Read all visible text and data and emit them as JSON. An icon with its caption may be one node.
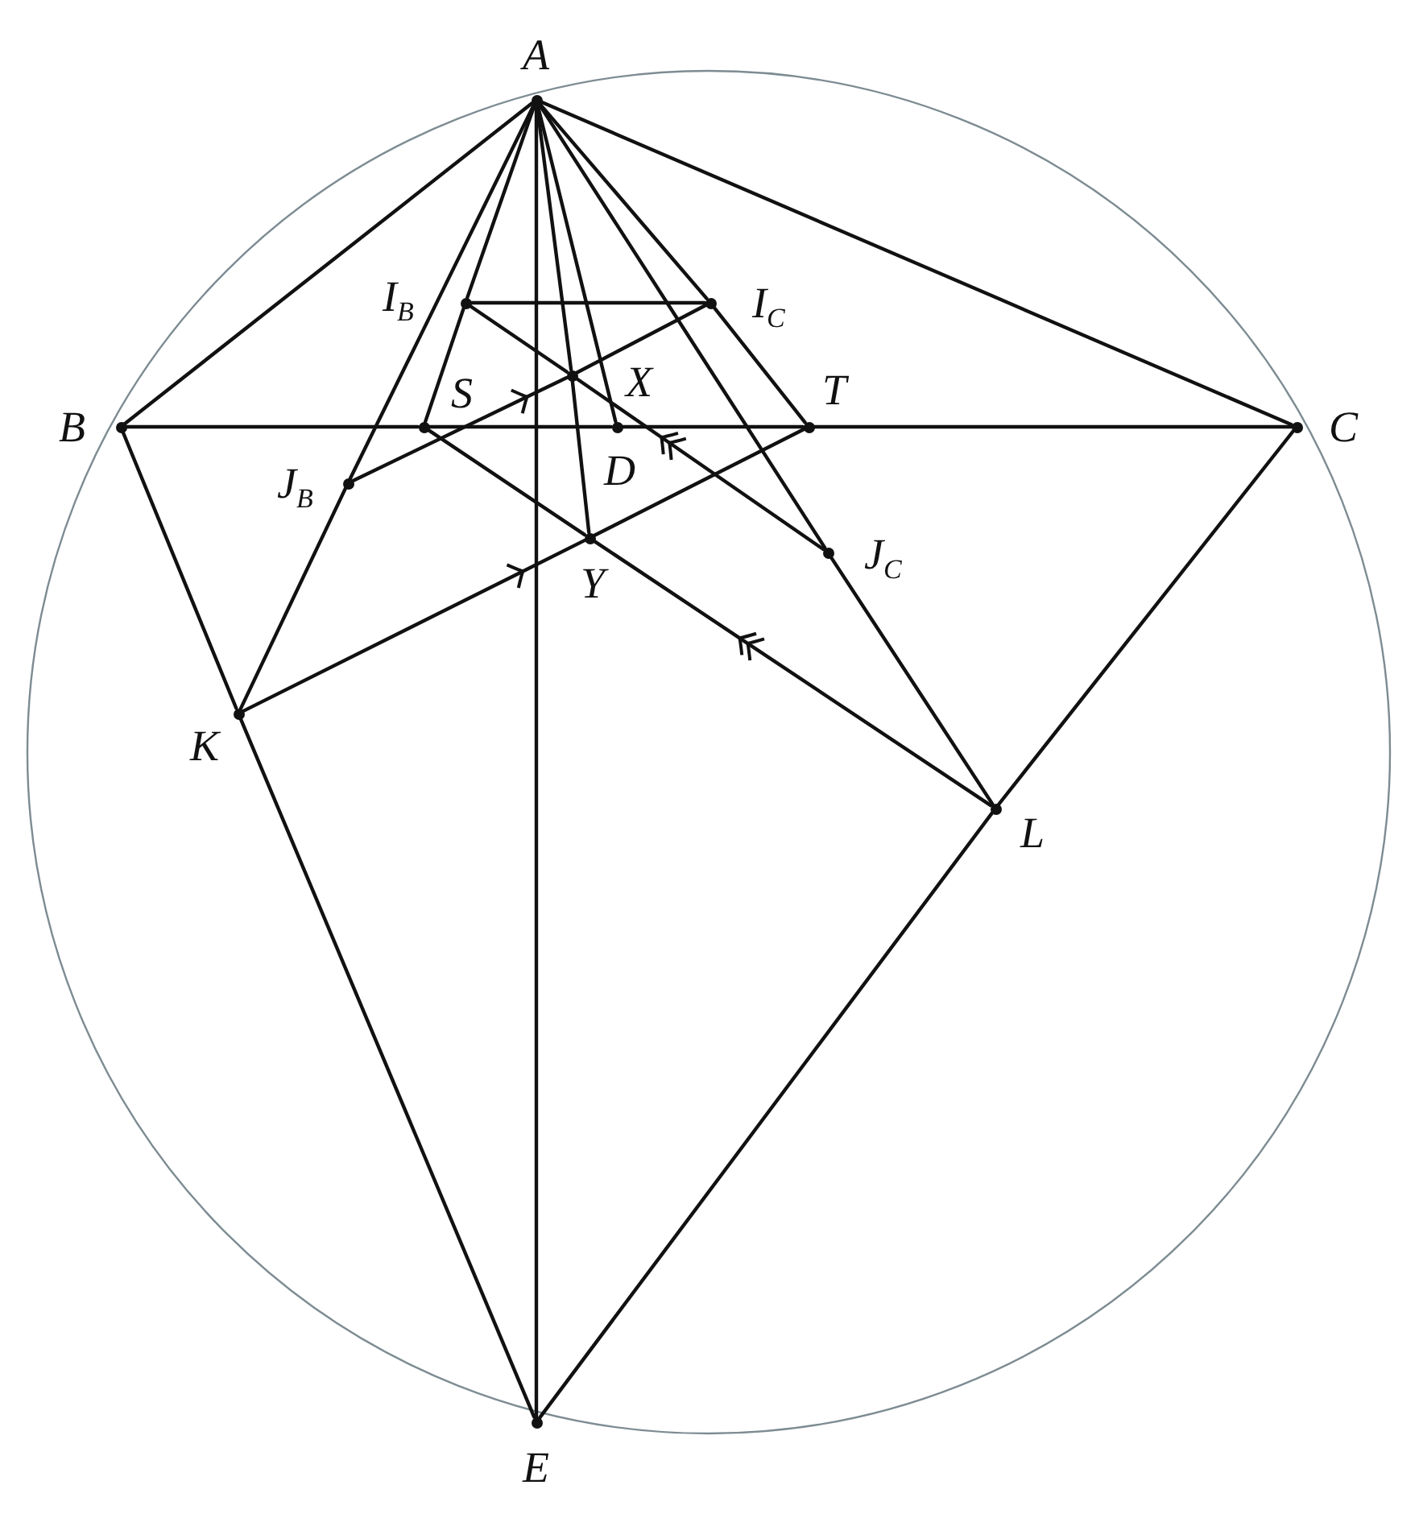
{
  "diagram": {
    "nodes": [
      {
        "text": [
          "A"
        ]
      },
      {
        "text": [
          "B"
        ]
      },
      {
        "text": [
          "C"
        ]
      },
      {
        "text": [
          "I$_{B}$"
        ]
      },
      {
        "text": [
          "I$_{C}$"
        ]
      },
      {
        "text": [
          "S"
        ]
      },
      {
        "text": [
          "X"
        ]
      },
      {
        "text": [
          "T"
        ]
      },
      {
        "text": [
          "D"
        ]
      },
      {
        "text": [
          "J$_{B}$"
        ]
      },
      {
        "text": [
          "J$_{C}$"
        ]
      },
      {
        "text": [
          "Y"
        ]
      },
      {
        "text": [
          "K"
        ]
      },
      {
        "text": [
          "L"
        ]
      },
      {
        "text": [
          "E"
        ]
      }
    ],
    "edges": [
      {
        "from": 0,
        "to": 1,
        "arrow": "none"
      },
      {
        "from": 0,
        "to": 2,
        "arrow": "none"
      },
      {
        "from": 1,
        "to": 5,
        "arrow": "none"
      },
      {
        "from": 5,
        "to": 8,
        "arrow": "none"
      },
      {
        "from": 8,
        "to": 7,
        "arrow": "none"
      },
      {
        "from": 7,
        "to": 2,
        "arrow": "none"
      },
      {
        "from": 0,
        "to": 9,
        "arrow": "none"
      },
      {
        "from": 9,
        "to": 12,
        "arrow": "none"
      },
      {
        "from": 0,
        "to": 3,
        "arrow": "none"
      },
      {
        "from": 3,
        "to": 5,
        "arrow": "none"
      },
      {
        "from": 0,
        "to": 6,
        "arrow": "none"
      },
      {
        "from": 6,
        "to": 11,
        "arrow": "none"
      },
      {
        "from": 0,
        "to": 8,
        "arrow": "none"
      },
      {
        "from": 0,
        "to": 4,
        "arrow": "none"
      },
      {
        "from": 4,
        "to": 7,
        "arrow": "none"
      },
      {
        "from": 0,
        "to": 10,
        "arrow": "none"
      },
      {
        "from": 10,
        "to": 13,
        "arrow": "none"
      },
      {
        "from": 0,
        "to": 14,
        "arrow": "none"
      },
      {
        "from": 3,
        "to": 4,
        "arrow": "none"
      },
      {
        "from": 3,
        "to": 6,
        "arrow": "none"
      },
      {
        "from": 10,
        "to": 6,
        "arrow": "none"
      },
      {
        "from": 4,
        "to": 6,
        "arrow": "none"
      },
      {
        "from": 9,
        "to": 6,
        "arrow": "none"
      },
      {
        "from": 5,
        "to": 11,
        "arrow": "none"
      },
      {
        "from": 13,
        "to": 11,
        "arrow": "none"
      },
      {
        "from": 7,
        "to": 11,
        "arrow": "none"
      },
      {
        "from": 12,
        "to": 11,
        "arrow": "none"
      },
      {
        "from": 1,
        "to": 12,
        "arrow": "none"
      },
      {
        "from": 12,
        "to": 14,
        "arrow": "none"
      },
      {
        "from": 2,
        "to": 13,
        "arrow": "none"
      },
      {
        "from": 13,
        "to": 14,
        "arrow": "none"
      }
    ]
  }
}
